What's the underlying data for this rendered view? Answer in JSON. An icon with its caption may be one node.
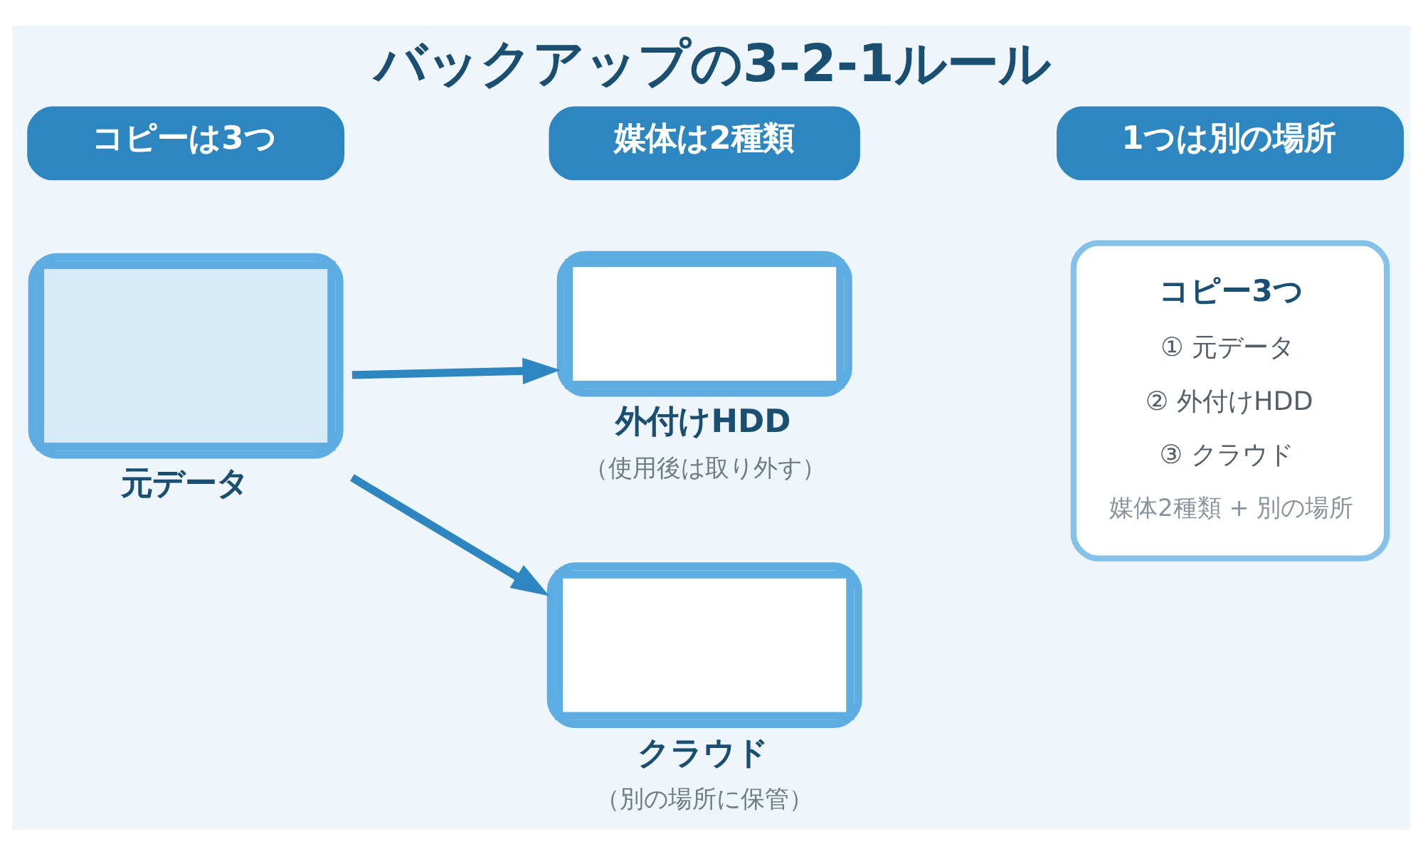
{
  "diagram": {
    "title": "バックアップの3-2-1ルール",
    "nodes": [
      {
        "text": [
          "コピーは3つ"
        ]
      },
      {
        "text": [
          "媒体は2種類"
        ]
      },
      {
        "text": [
          "1つは別の場所"
        ]
      },
      {
        "text": [
          "元データ"
        ]
      },
      {
        "text": [
          "外付けHDD",
          "（使用後は取り外す）"
        ]
      },
      {
        "text": [
          "クラウド",
          "（別の場所に保管）"
        ]
      },
      {
        "text": [
          "コピー3つ",
          "① 元データ",
          "② 外付けHDD",
          "③ クラウド",
          "媒体2種類 + 別の場所"
        ]
      }
    ],
    "edges": [
      {
        "from": 3,
        "to": 4,
        "arrow": "to"
      },
      {
        "from": 3,
        "to": 5,
        "arrow": "to"
      }
    ]
  }
}
